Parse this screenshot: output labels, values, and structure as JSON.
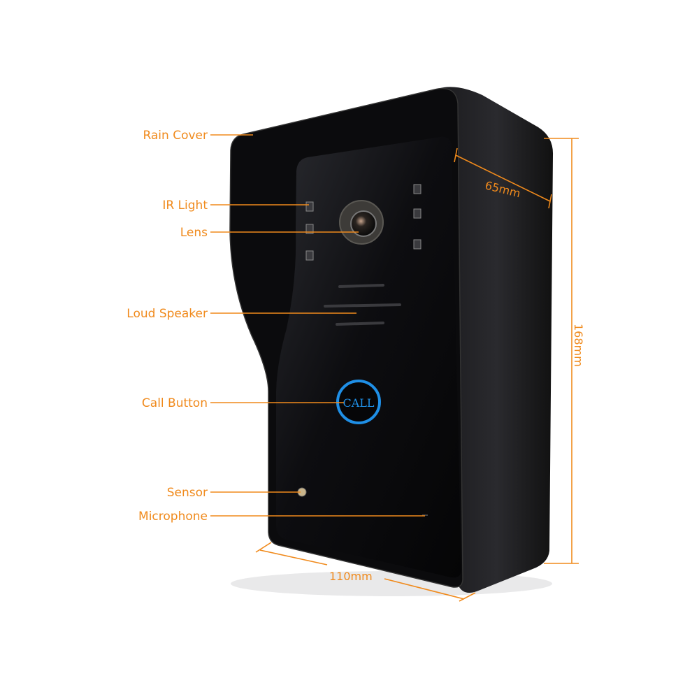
{
  "colors": {
    "accent": "#f08a1c",
    "call_ring": "#1f8fe6",
    "body": "#0b0b0d"
  },
  "callouts": [
    {
      "id": "rain-cover",
      "label": "Rain Cover"
    },
    {
      "id": "ir-light",
      "label": "IR Light"
    },
    {
      "id": "lens",
      "label": "Lens"
    },
    {
      "id": "loud-speaker",
      "label": "Loud Speaker"
    },
    {
      "id": "call-button",
      "label": "Call Button"
    },
    {
      "id": "sensor",
      "label": "Sensor"
    },
    {
      "id": "microphone",
      "label": "Microphone"
    }
  ],
  "dimensions": {
    "depth": "65mm",
    "height": "168mm",
    "width": "110mm"
  },
  "device": {
    "button_text": "CALL"
  }
}
